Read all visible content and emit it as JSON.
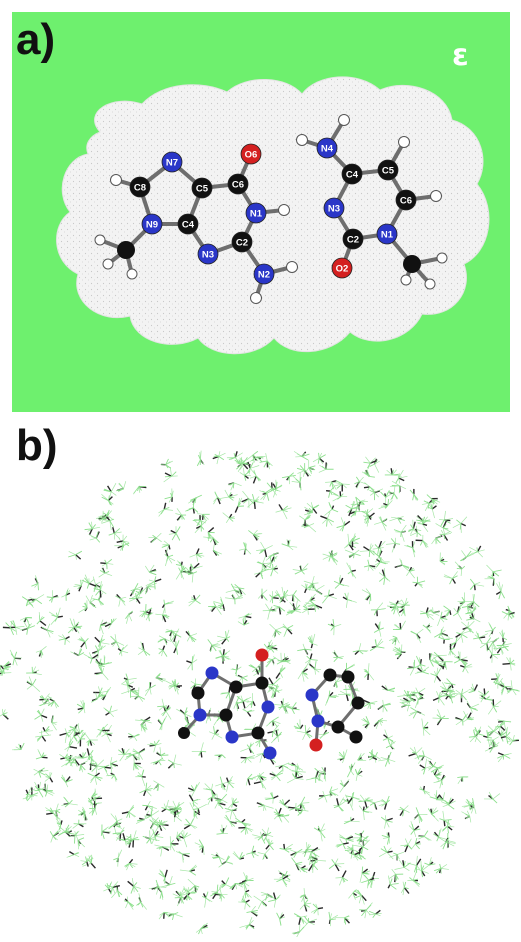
{
  "panel_a": {
    "label": "a)",
    "solvent_symbol": "ε",
    "background_color": "#6ef06e",
    "guanine_atoms": [
      {
        "id": "N7",
        "el": "N"
      },
      {
        "id": "C8",
        "el": "C"
      },
      {
        "id": "N9",
        "el": "N"
      },
      {
        "id": "C4",
        "el": "C"
      },
      {
        "id": "C5",
        "el": "C"
      },
      {
        "id": "C6",
        "el": "C"
      },
      {
        "id": "O6",
        "el": "O"
      },
      {
        "id": "N1",
        "el": "N"
      },
      {
        "id": "C2",
        "el": "C"
      },
      {
        "id": "N3",
        "el": "N"
      },
      {
        "id": "N2",
        "el": "N"
      }
    ],
    "cytosine_atoms": [
      {
        "id": "N4",
        "el": "N"
      },
      {
        "id": "C4",
        "el": "C"
      },
      {
        "id": "C5",
        "el": "C"
      },
      {
        "id": "C6",
        "el": "C"
      },
      {
        "id": "N3",
        "el": "N"
      },
      {
        "id": "C2",
        "el": "C"
      },
      {
        "id": "N1",
        "el": "N"
      },
      {
        "id": "O2",
        "el": "O"
      }
    ]
  },
  "panel_b": {
    "label": "b)"
  },
  "colors": {
    "carbon": "#111111",
    "nitrogen": "#2a36c8",
    "oxygen": "#d42020",
    "hydrogen": "#ffffff",
    "bond": "#6e6e6e",
    "cavity": "#f1f1f1",
    "solvent_green": "#8ee08e",
    "solvent_black": "#2a2a2a"
  }
}
